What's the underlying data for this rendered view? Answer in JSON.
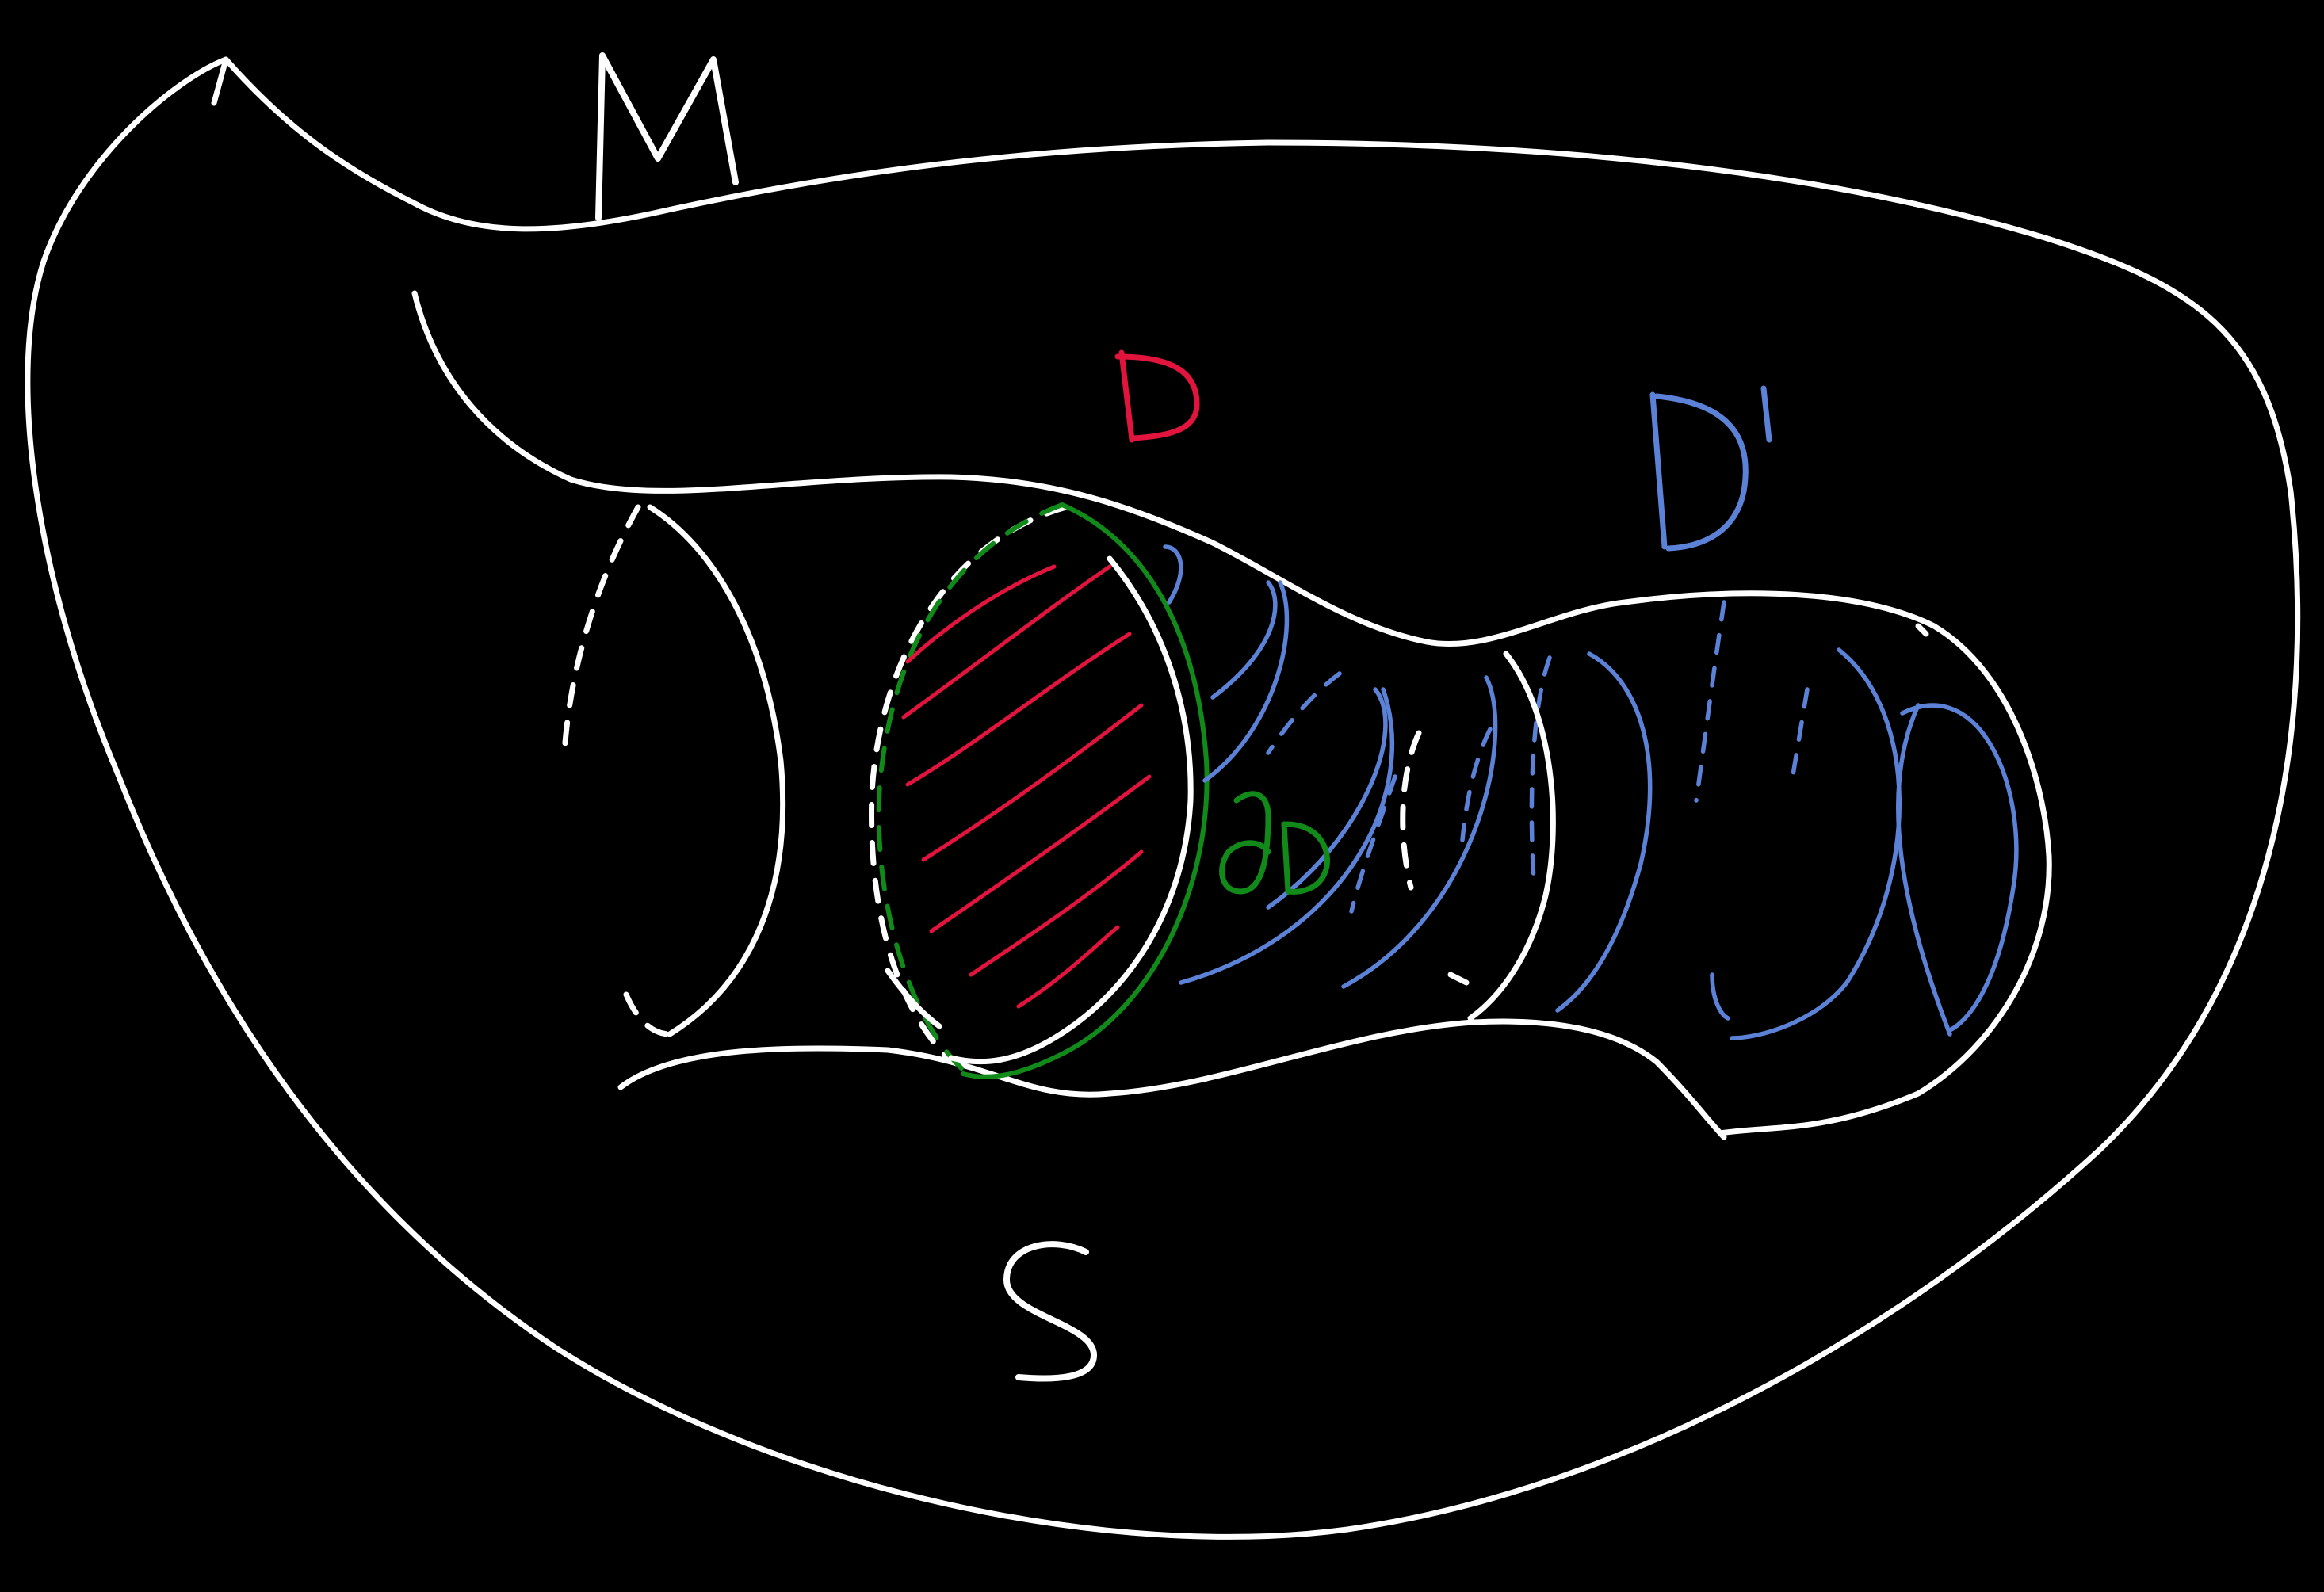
{
  "diagram": {
    "background": "#000000",
    "labels": {
      "manifold": "M",
      "surface": "S",
      "disk": "D",
      "disk_prime": "D'",
      "boundary": "∂D"
    },
    "colors": {
      "outline": "#ffffff",
      "disk": "#e0143c",
      "disk_prime": "#5b82d6",
      "boundary": "#118a1a"
    }
  }
}
